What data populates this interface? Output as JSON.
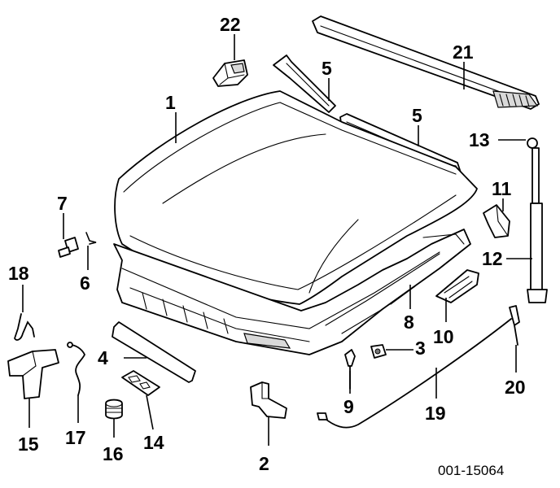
{
  "diagram": {
    "code": "001-15064",
    "callouts": [
      "1",
      "2",
      "3",
      "4",
      "5",
      "5",
      "6",
      "7",
      "8",
      "9",
      "10",
      "11",
      "12",
      "13",
      "14",
      "15",
      "16",
      "17",
      "18",
      "19",
      "20",
      "21",
      "22"
    ]
  }
}
